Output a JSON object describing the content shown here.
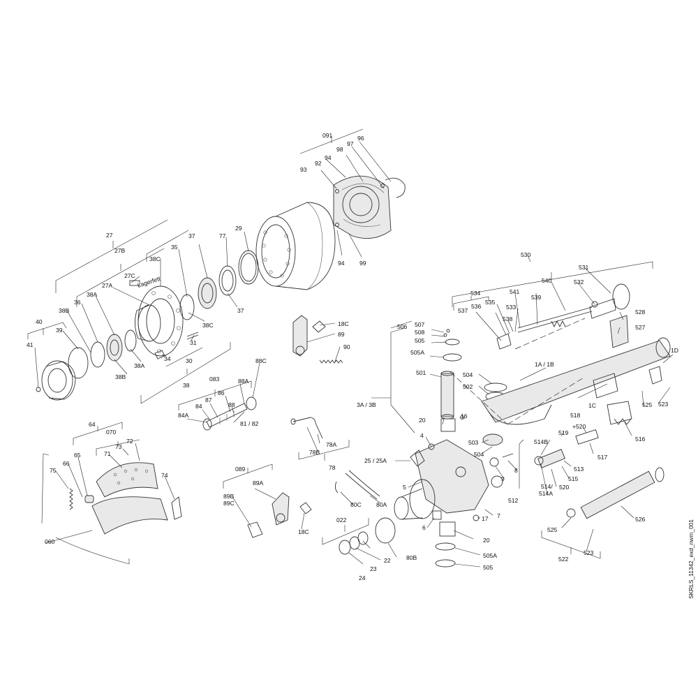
{
  "drawing": {
    "reference": "SKRLS_11342_exd_nwm_001",
    "inline_note": "Lagerfett"
  },
  "labels": {
    "l_091": "091",
    "l_96": "96",
    "l_97": "97",
    "l_98": "98",
    "l_94a": "94",
    "l_92": "92",
    "l_93": "93",
    "l_94b": "94",
    "l_99": "99",
    "l_27": "27",
    "l_27B": "27B",
    "l_38C_top": "38C",
    "l_77": "77",
    "l_29": "29",
    "l_37_top": "37",
    "l_35": "35",
    "l_27C": "27C",
    "l_27A": "27A",
    "l_38A_top": "38A",
    "l_36": "36",
    "l_38B_top": "38B",
    "l_40": "40",
    "l_39": "39",
    "l_41": "41",
    "l_37_low": "37",
    "l_38C_low": "38C",
    "l_31": "31",
    "l_34": "34",
    "l_30": "30",
    "l_38A_low": "38A",
    "l_38B_low": "38B",
    "l_38": "38",
    "l_18C_top": "18C",
    "l_89": "89",
    "l_90": "90",
    "l_88C": "88C",
    "l_083": "083",
    "l_88A": "88A",
    "l_86": "86",
    "l_88": "88",
    "l_87": "87",
    "l_84": "84",
    "l_84A": "84A",
    "l_8182": "81 / 82",
    "l_64": "64",
    "l_070": "070",
    "l_73": "73",
    "l_72": "72",
    "l_71": "71",
    "l_65": "65",
    "l_66": "66",
    "l_75": "75",
    "l_74": "74",
    "l_060": "060",
    "l_089": "089",
    "l_89A": "89A",
    "l_89B": "89B",
    "l_89C": "89C",
    "l_18C_low": "18C",
    "l_78A": "78A",
    "l_78B": "78B",
    "l_78": "78",
    "l_530": "530",
    "l_531": "531",
    "l_532": "532",
    "l_540": "540",
    "l_541": "541",
    "l_539": "539",
    "l_534": "534",
    "l_535": "535",
    "l_536": "536",
    "l_537": "537",
    "l_533": "533",
    "l_538": "538",
    "l_528": "528",
    "l_527": "527",
    "l_506": "506",
    "l_507": "507",
    "l_508": "508",
    "l_505_top": "505",
    "l_505A_top": "505A",
    "l_501": "501",
    "l_504_top": "504",
    "l_502": "502",
    "l_1A1B": "1A / 1B",
    "l_1D": "1D",
    "l_1C": "1C",
    "l_525_top": "525",
    "l_523_top": "523",
    "l_3A3B": "3A / 3B",
    "l_518": "518",
    "l_520p": "+520",
    "l_519": "519",
    "l_514B": "514B",
    "l_516": "516",
    "l_517": "517",
    "l_513": "513",
    "l_515": "515",
    "l_520": "520",
    "l_514": "514/",
    "l_514A": "514A",
    "l_512": "512",
    "l_20_top": "20",
    "l_16": "16",
    "l_4": "4",
    "l_503": "503",
    "l_504_low": "504",
    "l_2525A": "25 / 25A",
    "l_5": "5",
    "l_8": "8",
    "l_9": "9",
    "l_80C": "80C",
    "l_80A": "80A",
    "l_17": "17",
    "l_7": "7",
    "l_6": "6",
    "l_022": "022",
    "l_20_low": "20",
    "l_505A_low": "505A",
    "l_505_low": "505",
    "l_22": "22",
    "l_23": "23",
    "l_24": "24",
    "l_80B": "80B",
    "l_525_low": "525",
    "l_526": "526",
    "l_523_low": "523",
    "l_522": "522"
  }
}
